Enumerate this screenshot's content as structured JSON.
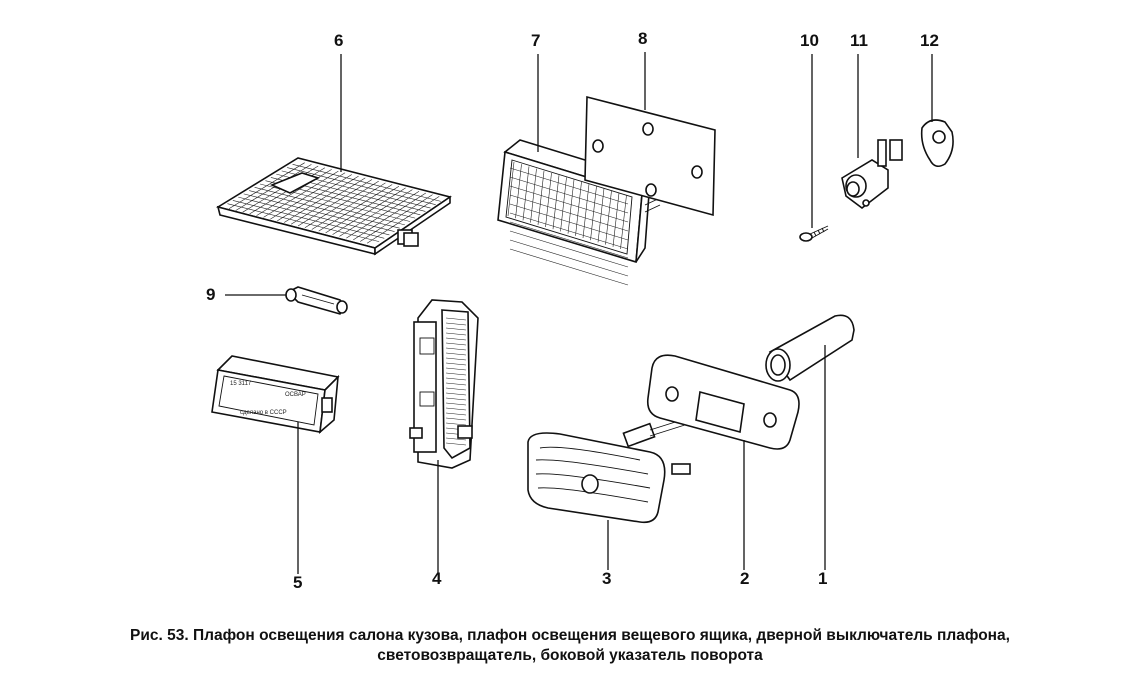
{
  "callouts": [
    {
      "id": "1",
      "label": "1"
    },
    {
      "id": "2",
      "label": "2"
    },
    {
      "id": "3",
      "label": "3"
    },
    {
      "id": "4",
      "label": "4"
    },
    {
      "id": "5",
      "label": "5"
    },
    {
      "id": "6",
      "label": "6"
    },
    {
      "id": "7",
      "label": "7"
    },
    {
      "id": "8",
      "label": "8"
    },
    {
      "id": "9",
      "label": "9"
    },
    {
      "id": "10",
      "label": "10"
    },
    {
      "id": "11",
      "label": "11"
    },
    {
      "id": "12",
      "label": "12"
    }
  ],
  "lamp_marking": {
    "line1": "15 3117",
    "line2": "ОСВАР",
    "line3": "сделано в СССР"
  },
  "caption": {
    "line1": "Рис. 53. Плафон освещения салона кузова, плафон освещения вещевого ящика, дверной выключатель плафона,",
    "line2": "световозвращатель, боковой указатель поворота"
  }
}
